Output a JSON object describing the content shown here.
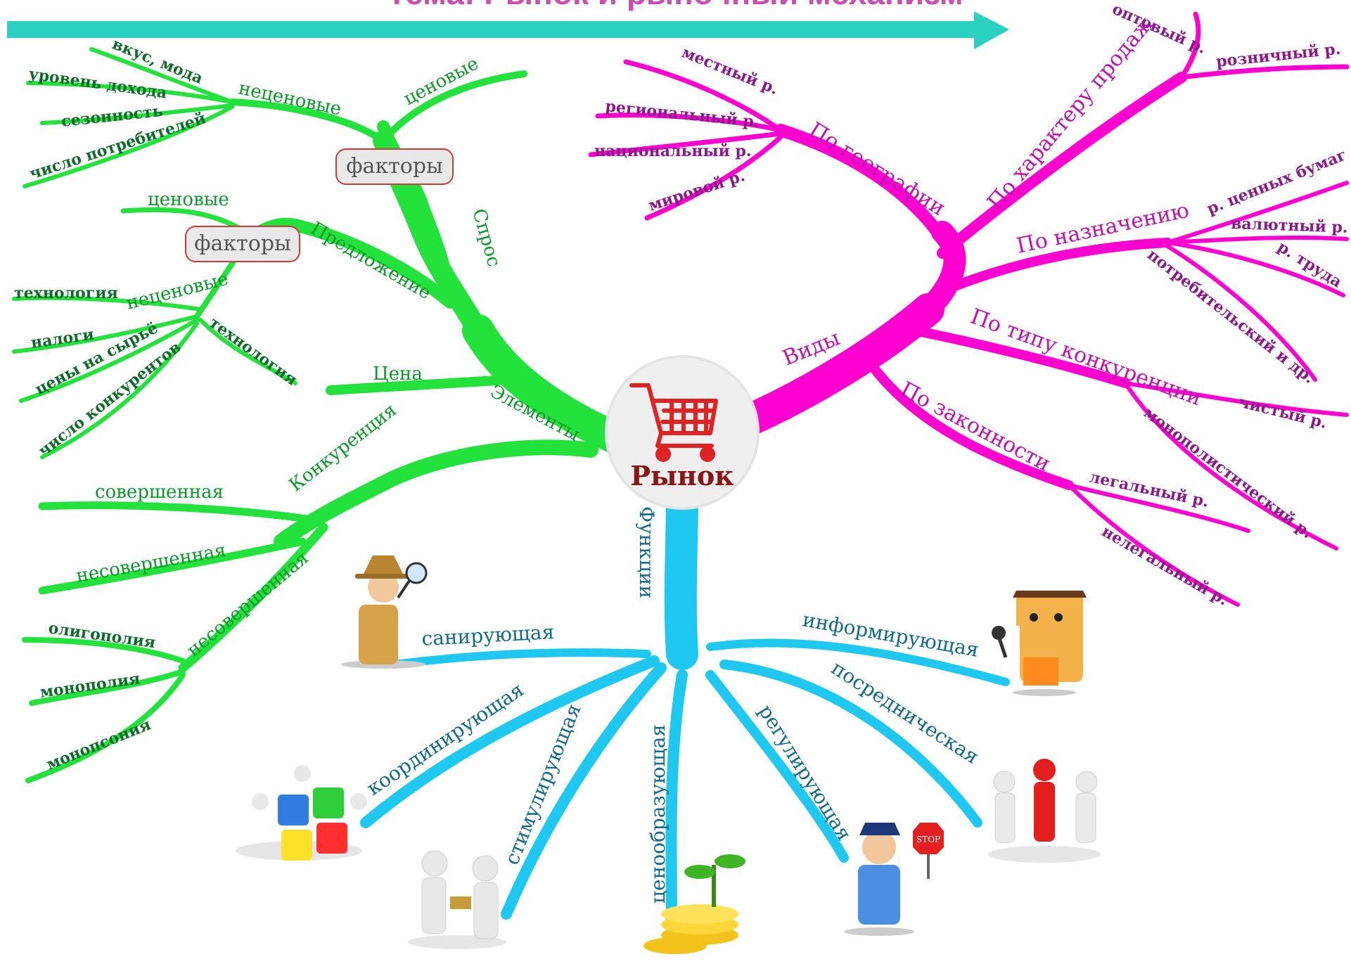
{
  "title": "Тема: Рынок и рыночный механизм",
  "center": {
    "label": "Рынок",
    "icon": "shopping-cart-icon"
  },
  "colors": {
    "elements": "#22e23b",
    "kinds": "#ff00d0",
    "functions": "#1ec8f0",
    "arrow": "#2ad1c2"
  },
  "elements": {
    "label": "Элементы",
    "demand": {
      "label": "Спрос",
      "factors_tag": "факторы",
      "price_label": "ценовые",
      "nonprice_label": "неценовые",
      "nonprice_items": [
        "вкус, мода",
        "уровень дохода",
        "сезонность",
        "число потребителей"
      ]
    },
    "supply": {
      "label": "Предложение",
      "factors_tag": "факторы",
      "price_label": "ценовые",
      "nonprice_label": "неценовые",
      "nonprice_items": [
        "технология",
        "налоги",
        "цены на сырьё",
        "число конкурентов",
        "технология"
      ]
    },
    "price": {
      "label": "Цена"
    },
    "competition": {
      "label": "Конкуренция",
      "perfect": "совершенная",
      "imperfect_a": "несовершенная",
      "imperfect_b": "несовершенная",
      "imperfect_items": [
        "олигополия",
        "монополия",
        "монопсония"
      ]
    }
  },
  "kinds": {
    "label": "Виды",
    "geography": {
      "label": "По географии",
      "items": [
        "местный р.",
        "региональный р.",
        "национальный р.",
        "мировой р."
      ]
    },
    "sales": {
      "label": "По характеру продаж",
      "items": [
        "оптовый р.",
        "розничный р."
      ]
    },
    "purpose": {
      "label": "По назначению",
      "items": [
        "р. ценных бумаг",
        "валютный р.",
        "р. труда",
        "потребительский и др."
      ]
    },
    "competition_type": {
      "label": "По типу конкуренции",
      "items": [
        "чистый р.",
        "монополистический р."
      ]
    },
    "legality": {
      "label": "По законности",
      "items": [
        "легальный р.",
        "нелегальный р."
      ]
    }
  },
  "functions": {
    "label": "Функции",
    "items": [
      "санирующая",
      "информирующая",
      "посредническая",
      "регулирующая",
      "ценообразующая",
      "стимулирующая",
      "координирующая"
    ]
  },
  "illustrations": [
    "detective-icon",
    "reporter-icon",
    "puzzle-people-icon",
    "handshake-icon",
    "coins-plant-icon",
    "police-stop-icon",
    "team-circle-icon"
  ]
}
